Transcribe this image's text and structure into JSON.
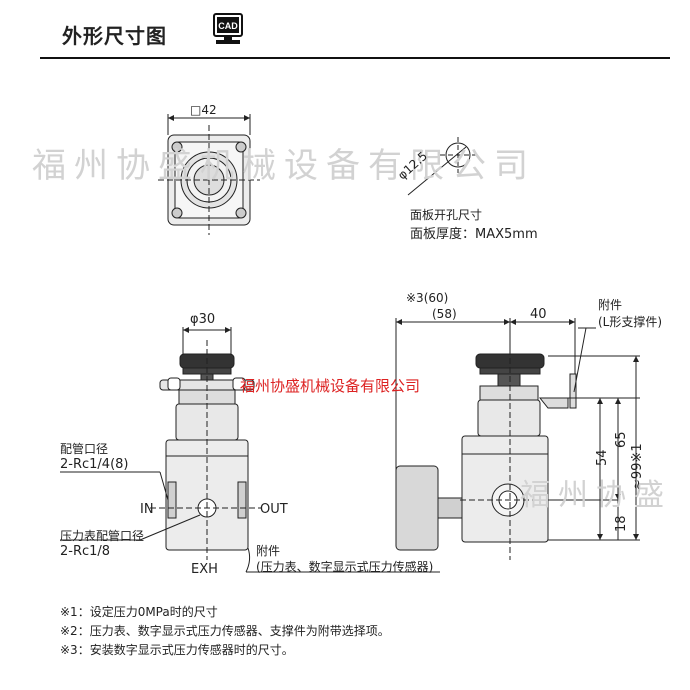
{
  "header": {
    "title": "外形尺寸图",
    "cad_badge": "CAD"
  },
  "watermarks": {
    "top": "福州协盛机械设备有限公司",
    "center_red": "福州协盛机械设备有限公司",
    "right": "福州协盛"
  },
  "top_view": {
    "square_dim": "□42",
    "hole_dim": "φ12.5",
    "panel_note_1": "面板开孔尺寸",
    "panel_note_2": "面板厚度：MAX5mm"
  },
  "front_view": {
    "knob_dim": "φ30",
    "pipe_port_label": "配管口径",
    "pipe_port_value": "2-Rc1/4(8)",
    "in_label": "IN",
    "out_label": "OUT",
    "gauge_port_label": "压力表配管口径",
    "gauge_port_value": "2-Rc1/8",
    "exh_label": "EXH",
    "accessory_label": "附件",
    "accessory_desc": "(压力表、数字显示式压力传感器)"
  },
  "side_view": {
    "dim_a": "※3(60)",
    "dim_b": "(58)",
    "dim_40": "40",
    "accessory_label": "附件",
    "accessory_desc": "(L形支撑件)",
    "dim_65": "65",
    "dim_54": "54",
    "dim_99": "≈99※1",
    "dim_18": "18"
  },
  "notes": [
    "※1：设定压力0MPa时的尺寸",
    "※2：压力表、数字显示式压力传感器、支撑件为附带选择项。",
    "※3：安装数字显示式压力传感器时的尺寸。"
  ]
}
